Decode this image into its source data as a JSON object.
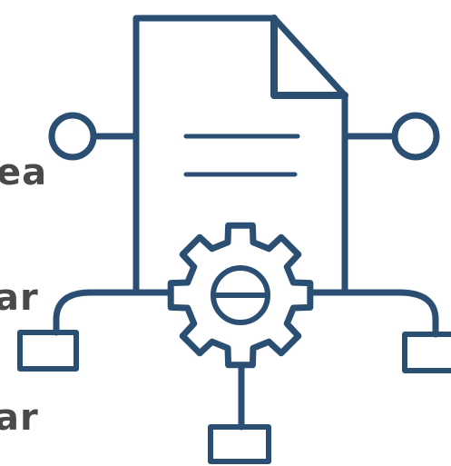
{
  "labels": {
    "top": "ea",
    "middle": "ar",
    "bottom": "ar"
  },
  "colors": {
    "stroke": "#2b4f73",
    "label": "#4a4a4a",
    "background": "#ffffff"
  },
  "icons": {
    "document": "document-icon",
    "gear": "gear-icon",
    "node_circle": "circle-node-icon",
    "node_square": "square-node-icon"
  }
}
